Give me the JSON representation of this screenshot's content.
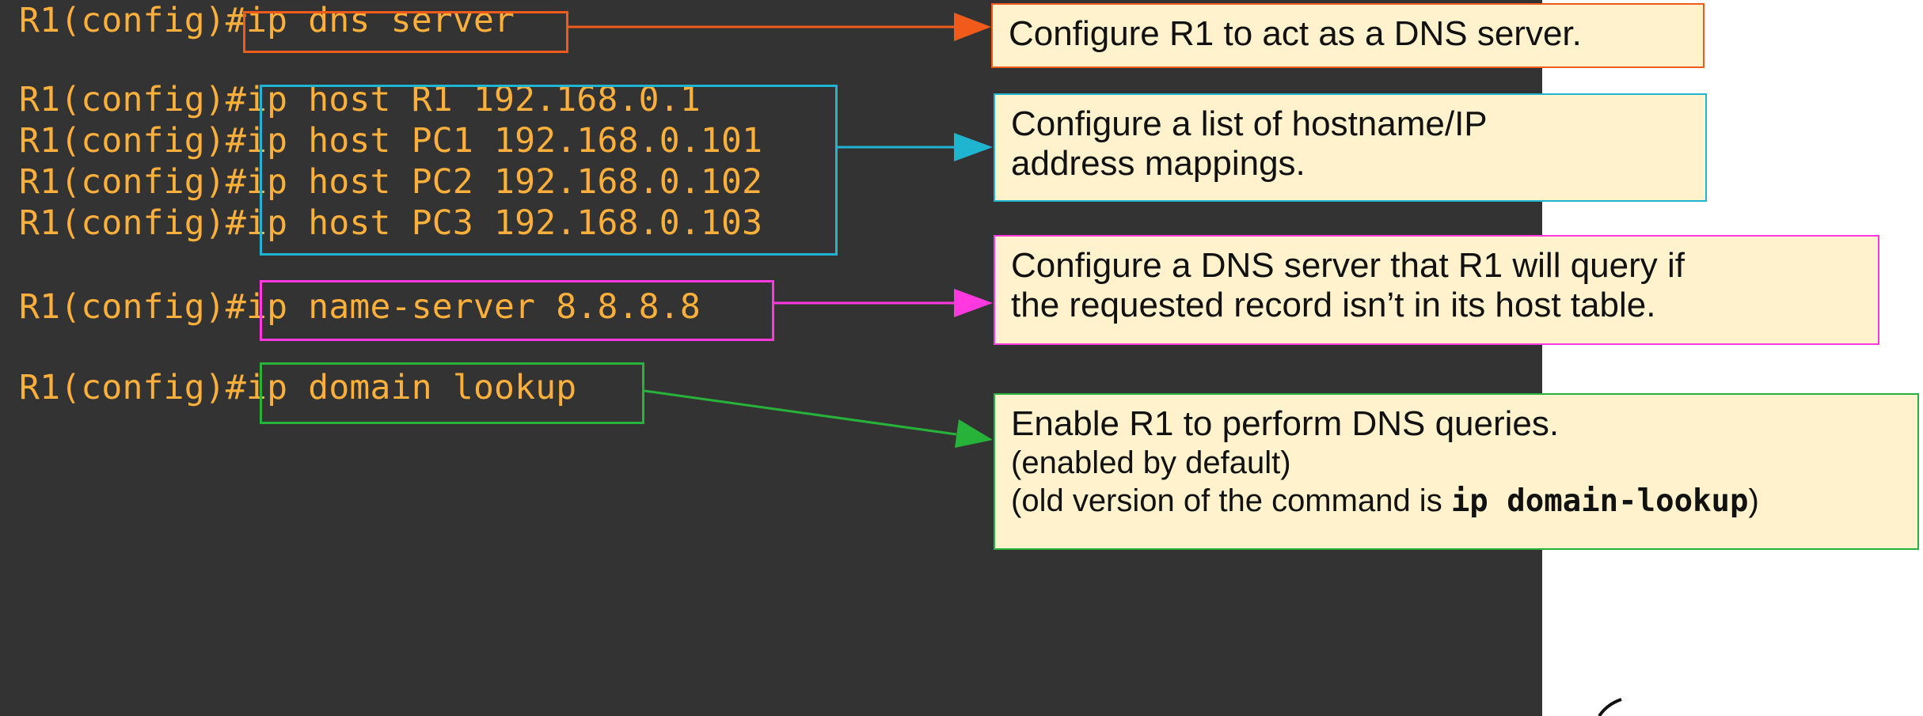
{
  "terminal": {
    "prompt": "R1(config)#",
    "lines": [
      {
        "prompt": "R1(config)#",
        "command": "ip dns server"
      },
      {
        "prompt": "R1(config)#",
        "command": "ip host R1 192.168.0.1"
      },
      {
        "prompt": "R1(config)#",
        "command": "ip host PC1 192.168.0.101"
      },
      {
        "prompt": "R1(config)#",
        "command": "ip host PC2 192.168.0.102"
      },
      {
        "prompt": "R1(config)#",
        "command": "ip host PC3 192.168.0.103"
      },
      {
        "prompt": "R1(config)#",
        "command": "ip name-server 8.8.8.8"
      },
      {
        "prompt": "R1(config)#",
        "command": "ip domain lookup"
      }
    ]
  },
  "callouts": [
    {
      "line1": "Configure R1 to act as a DNS server.",
      "color": "#f05a1a"
    },
    {
      "line1": "Configure a list of hostname/IP",
      "line2": "address mappings.",
      "color": "#1fb5d0"
    },
    {
      "line1": "Configure a DNS server that R1 will query if",
      "line2": "the requested record isn’t in its host table.",
      "color": "#ff38e0"
    },
    {
      "line1": "Enable R1 to perform DNS queries.",
      "line2": "(enabled by default)",
      "line3_prefix": "(old version of the command is ",
      "line3_cmd": "ip domain-lookup",
      "line3_suffix": ")",
      "color": "#27b33a"
    }
  ],
  "colors": {
    "terminal_bg": "#333333",
    "terminal_text": "#fcb03b",
    "callout_bg": "#fff2cc"
  }
}
